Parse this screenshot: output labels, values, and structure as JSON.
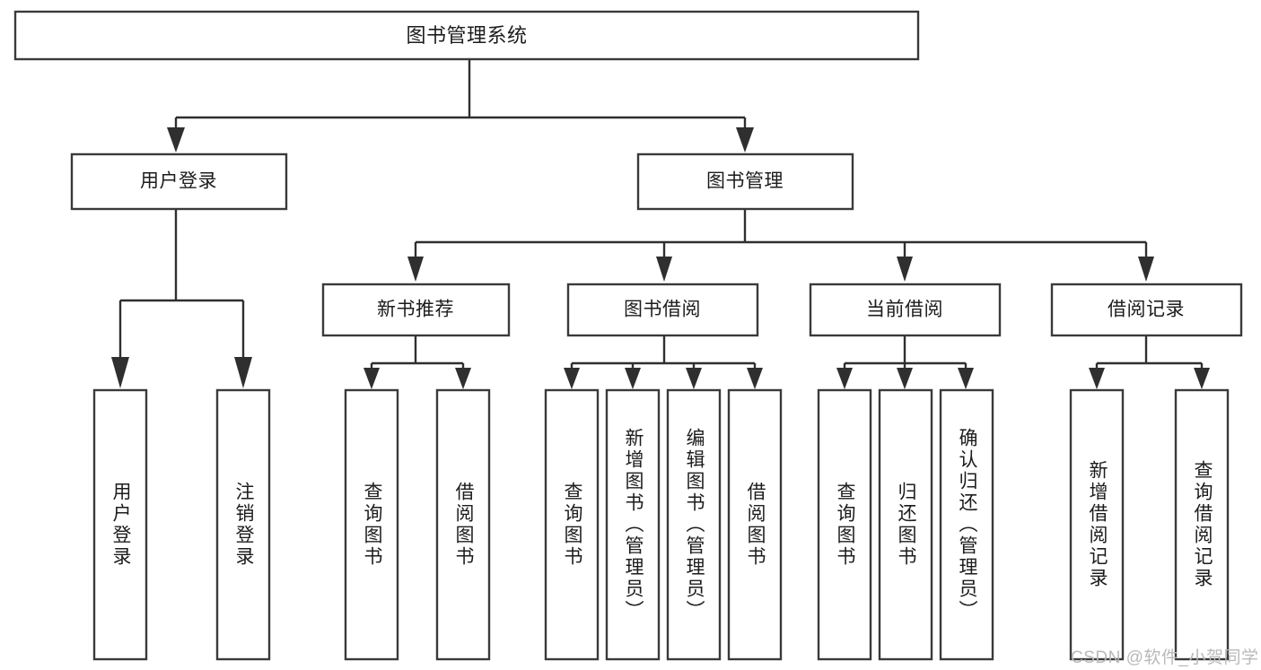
{
  "diagram": {
    "title": "图书管理系统",
    "type": "hierarchy-tree",
    "style": {
      "box_fill": "#ffffff",
      "box_stroke": "#3a3a3a",
      "connector_color": "#2f2f2f",
      "text_color": "#1c1c1c",
      "background": "#ffffff",
      "watermark_color": "#b9b9b9"
    },
    "root": {
      "label": "图书管理系统",
      "orientation": "horizontal"
    },
    "level2": [
      {
        "label": "用户登录",
        "orientation": "horizontal"
      },
      {
        "label": "图书管理",
        "orientation": "horizontal"
      }
    ],
    "level3": [
      {
        "label": "新书推荐",
        "orientation": "horizontal",
        "parent": "图书管理"
      },
      {
        "label": "图书借阅",
        "orientation": "horizontal",
        "parent": "图书管理"
      },
      {
        "label": "当前借阅",
        "orientation": "horizontal",
        "parent": "图书管理"
      },
      {
        "label": "借阅记录",
        "orientation": "horizontal",
        "parent": "图书管理"
      }
    ],
    "leaves": {
      "user_login": [
        {
          "label": "用户登录",
          "orientation": "vertical"
        },
        {
          "label": "注销登录",
          "orientation": "vertical"
        }
      ],
      "new_book_recommend": [
        {
          "label": "查询图书",
          "orientation": "vertical"
        },
        {
          "label": "借阅图书",
          "orientation": "vertical"
        }
      ],
      "book_borrow": [
        {
          "label": "查询图书",
          "orientation": "vertical"
        },
        {
          "label": "新增图书（管理员）",
          "orientation": "vertical"
        },
        {
          "label": "编辑图书（管理员）",
          "orientation": "vertical"
        },
        {
          "label": "借阅图书",
          "orientation": "vertical"
        }
      ],
      "current_borrow": [
        {
          "label": "查询图书",
          "orientation": "vertical"
        },
        {
          "label": "归还图书",
          "orientation": "vertical"
        },
        {
          "label": "确认归还（管理员）",
          "orientation": "vertical"
        }
      ],
      "borrow_record": [
        {
          "label": "新增借阅记录",
          "orientation": "vertical"
        },
        {
          "label": "查询借阅记录",
          "orientation": "vertical"
        }
      ]
    }
  },
  "watermark": {
    "text": "CSDN @软件_小贺同学"
  }
}
